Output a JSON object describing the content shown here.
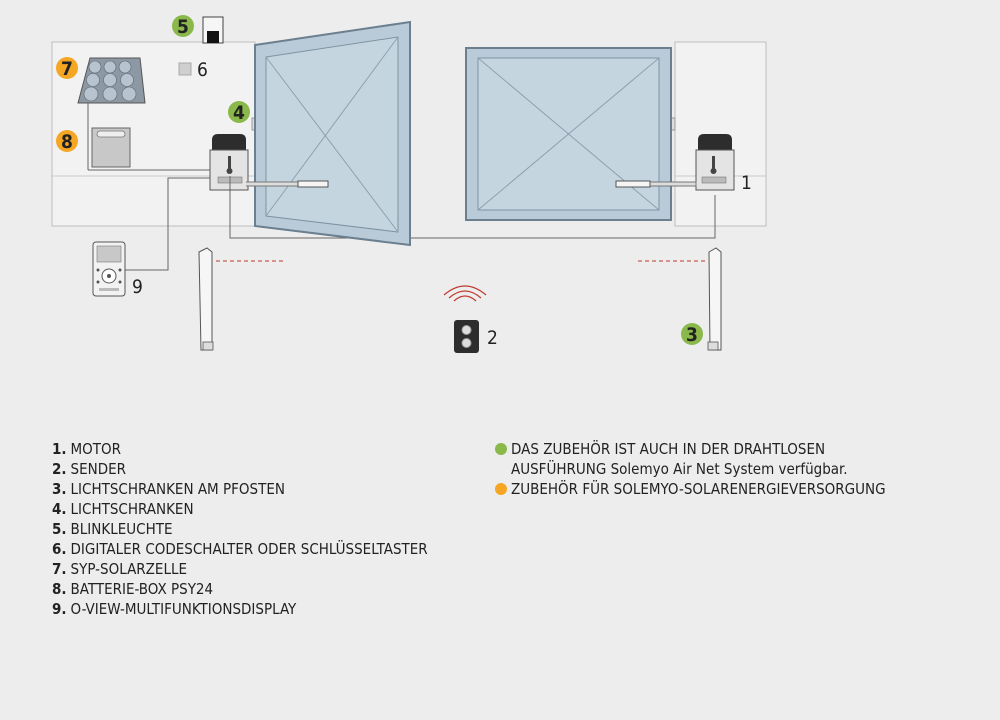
{
  "colors": {
    "green": "#8ab84a",
    "orange": "#f5a623"
  },
  "callouts": {
    "motor": "1",
    "sender": "2",
    "photocells_post": "3",
    "photocells": "4",
    "flasher": "5",
    "keypad": "6",
    "solar": "7",
    "battery": "8",
    "display": "9"
  },
  "legend": [
    {
      "num": "1.",
      "text": "MOTOR"
    },
    {
      "num": "2.",
      "text": "SENDER"
    },
    {
      "num": "3.",
      "text": "LICHTSCHRANKEN AM PFOSTEN"
    },
    {
      "num": "4.",
      "text": "LICHTSCHRANKEN"
    },
    {
      "num": "5.",
      "text": "BLINKLEUCHTE"
    },
    {
      "num": "6.",
      "text": "DIGITALER CODESCHALTER ODER SCHLÜSSELTASTER"
    },
    {
      "num": "7.",
      "text": "SYP-SOLARZELLE"
    },
    {
      "num": "8.",
      "text": "BATTERIE-BOX PSY24"
    },
    {
      "num": "9.",
      "text": "O-VIEW-MULTIFUNKTIONSDISPLAY"
    }
  ],
  "notes": {
    "green_line1": "DAS ZUBEHÖR IST AUCH IN DER DRAHTLOSEN",
    "green_line2": "AUSFÜHRUNG Solemyo Air Net System verfügbar.",
    "orange": "ZUBEHÖR FÜR SOLEMYO-SOLARENERGIEVERSORGUNG"
  }
}
